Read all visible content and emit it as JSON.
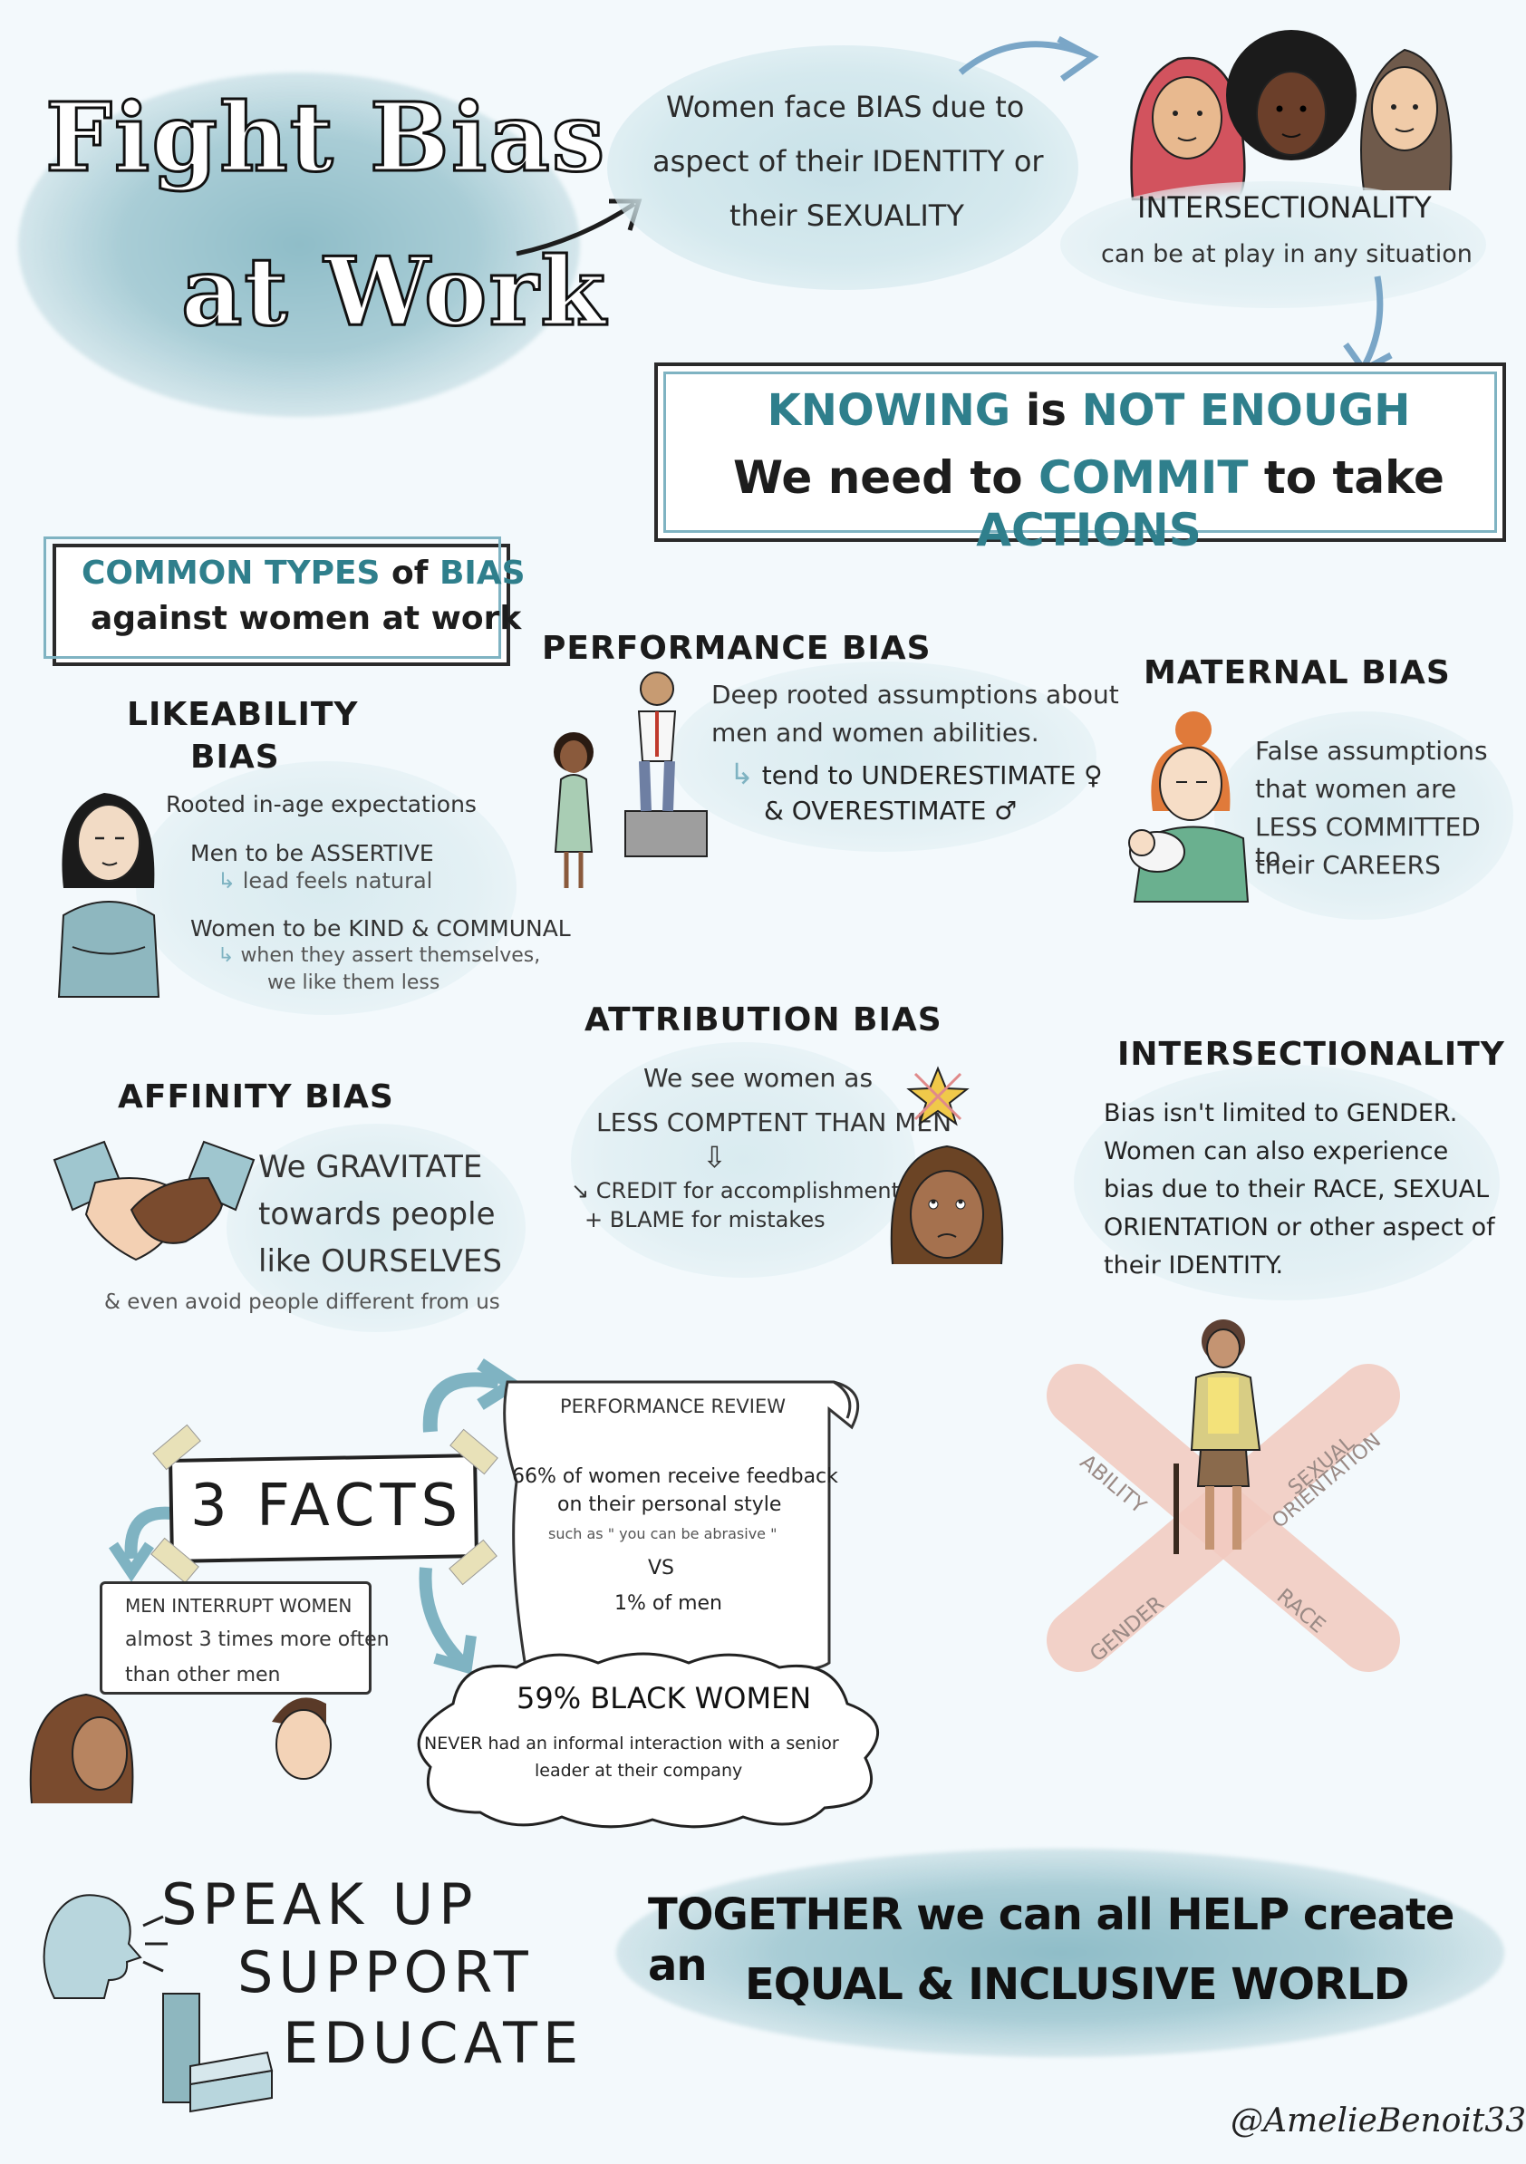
{
  "title": {
    "line1": "Fight Bias",
    "line2": "at Work"
  },
  "intro": {
    "line1": "Women face BIAS due to",
    "line2": "aspect of their IDENTITY or",
    "line3": "their SEXUALITY"
  },
  "intersectionality_top": {
    "title": "INTERSECTIONALITY",
    "subtitle": "can be at play in any situation"
  },
  "commitment": {
    "knowing": "KNOWING",
    "is": "is",
    "not_enough": "NOT ENOUGH",
    "we_need_to": "We need to",
    "commit": "COMMIT",
    "to_take": "to take",
    "actions": "ACTIONS"
  },
  "common_types": {
    "line1a": "COMMON TYPES",
    "line1b": "of",
    "line1c": "BIAS",
    "line2": "against women at work"
  },
  "likeability": {
    "title1": "LIKEABILITY",
    "title2": "BIAS",
    "rooted": "Rooted in-age expectations",
    "men": "Men to be ASSERTIVE",
    "men_sub": "lead feels natural",
    "women": "Women to be KIND & COMMUNAL",
    "women_sub1": "when they assert themselves,",
    "women_sub2": "we like them less"
  },
  "performance": {
    "title": "PERFORMANCE BIAS",
    "line1": "Deep rooted assumptions about",
    "line2": "men and women abilities.",
    "line3": "tend to UNDERESTIMATE ♀",
    "line4": "& OVERESTIMATE ♂"
  },
  "maternal": {
    "title": "MATERNAL BIAS",
    "line1": "False assumptions",
    "line2": "that women are",
    "line3": "LESS COMMITTED to",
    "line4": "their CAREERS"
  },
  "attribution": {
    "title": "ATTRIBUTION BIAS",
    "line1": "We see women as",
    "line2": "LESS COMPTENT THAN MEN",
    "arrow": "⇩",
    "credit": "↘ CREDIT for accomplishment",
    "blame": "+ BLAME for mistakes"
  },
  "affinity": {
    "title": "AFFINITY BIAS",
    "line1": "We GRAVITATE",
    "line2": "towards people",
    "line3": "like OURSELVES",
    "line4": "& even avoid people different from us"
  },
  "intersectionality": {
    "title": "INTERSECTIONALITY",
    "line1": "Bias isn't limited to GENDER.",
    "line2": "Women can also experience",
    "line3": "bias due to their RACE, SEXUAL",
    "line4": "ORIENTATION or other aspect of",
    "line5": "their IDENTITY.",
    "labels": {
      "ability": "ABILITY",
      "sexual": "SEXUAL",
      "orientation": "ORIENTATION",
      "gender": "GENDER",
      "race": "RACE"
    }
  },
  "facts": {
    "title": "3 FACTS",
    "fact1": {
      "line1": "MEN INTERRUPT WOMEN",
      "line2": "almost 3 times more often",
      "line3": "than other men"
    },
    "review": {
      "title": "PERFORMANCE REVIEW",
      "line1": "66% of women receive feedback",
      "line2": "on their personal style",
      "line3": "such as \" you can be abrasive \"",
      "vs": "VS",
      "line4": "1% of men"
    },
    "fact3": {
      "title": "59% BLACK WOMEN",
      "line1": "NEVER had an informal interaction with a senior",
      "line2": "leader at their company"
    }
  },
  "actions": {
    "speak": "SPEAK UP",
    "support": "SUPPORT",
    "educate": "EDUCATE"
  },
  "together": {
    "line1": "TOGETHER we can all HELP create an",
    "line2": "EQUAL & INCLUSIVE WORLD"
  },
  "signature": "@AmelieBenoit33",
  "colors": {
    "teal": "#2f7f8c",
    "wash": "#8fbdc8",
    "arrow": "#7aa6c7",
    "pink": "#f2cbc0"
  }
}
